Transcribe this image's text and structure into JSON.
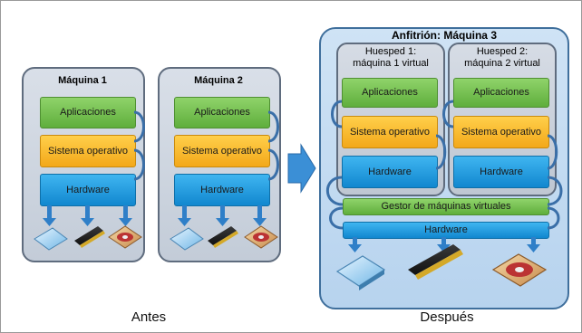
{
  "before": {
    "caption": "Antes",
    "machine1": {
      "title": "Máquina 1",
      "apps": "Aplicaciones",
      "os": "Sistema operativo",
      "hw": "Hardware"
    },
    "machine2": {
      "title": "Máquina 2",
      "apps": "Aplicaciones",
      "os": "Sistema operativo",
      "hw": "Hardware"
    }
  },
  "after": {
    "caption": "Después",
    "host_title": "Anfitrión: Máquina 3",
    "guest1": {
      "title_line1": "Huesped 1:",
      "title_line2": "máquina 1 virtual",
      "apps": "Aplicaciones",
      "os": "Sistema operativo",
      "hw": "Hardware"
    },
    "guest2": {
      "title_line1": "Huesped 2:",
      "title_line2": "máquina 2 virtual",
      "apps": "Aplicaciones",
      "os": "Sistema operativo",
      "hw": "Hardware"
    },
    "vmm": "Gestor de máquinas virtuales",
    "hardware": "Hardware"
  },
  "icons": [
    "cpu-chip-icon",
    "ram-module-icon",
    "hard-disk-icon",
    "right-arrow-icon"
  ],
  "colors": {
    "apps": "#6cbf45",
    "os": "#f6b526",
    "hw": "#1a9be0",
    "host_bg": "#c4dcf2",
    "machine_bg": "#cdd4de",
    "arrow": "#3b8fd6"
  }
}
